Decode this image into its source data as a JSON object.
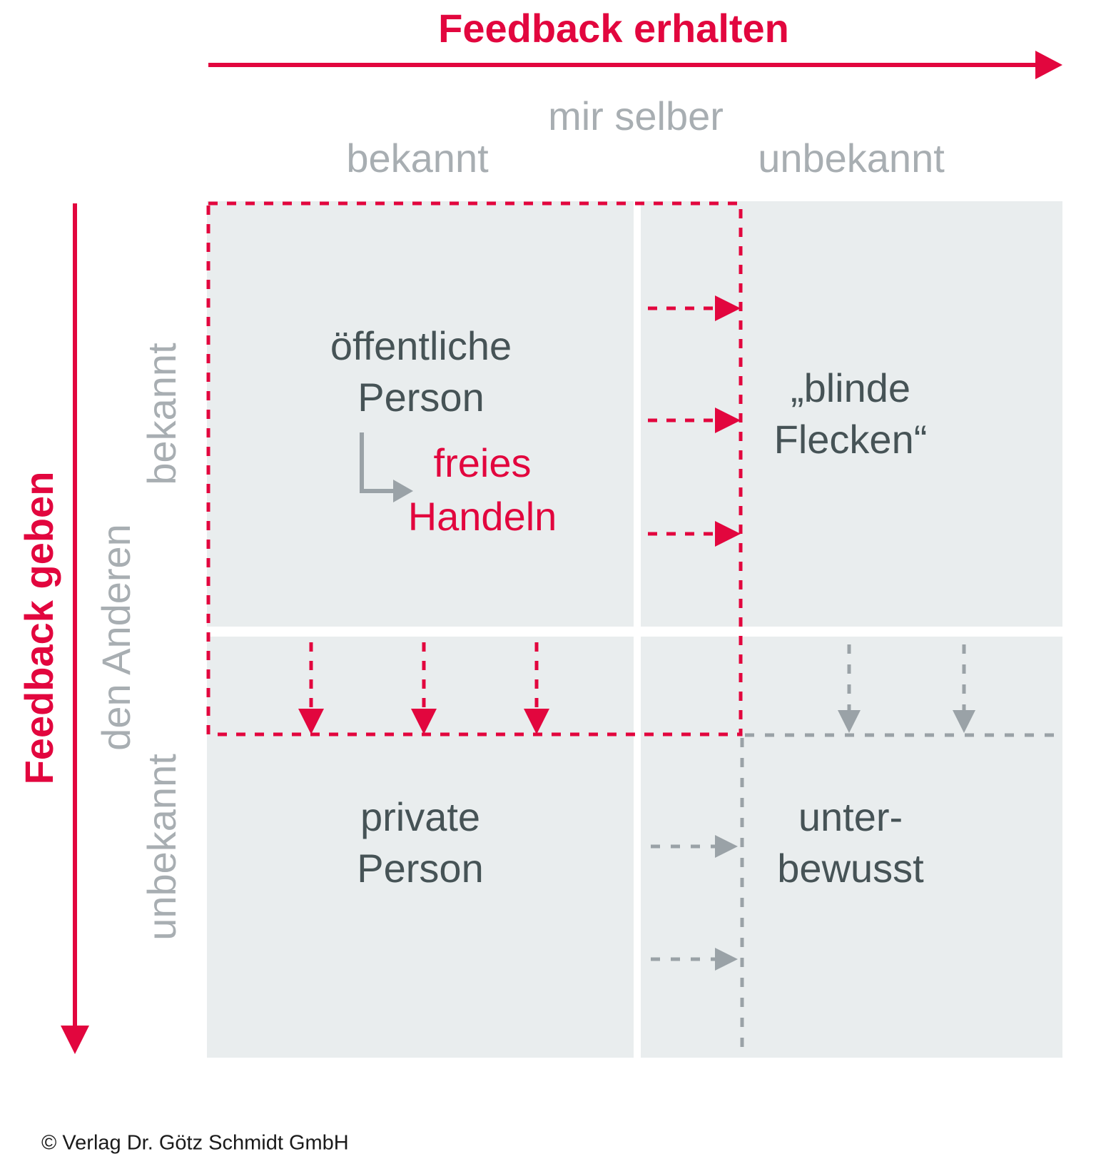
{
  "colors": {
    "accent_red": "#e2063e",
    "label_gray": "#a8aeb2",
    "arrow_gray": "#9aa2a7",
    "text_dark": "#465356",
    "cell_bg": "#e9edee",
    "copyright_black": "#1a1a1a"
  },
  "top_axis": {
    "title": "Feedback erhalten",
    "group_label": "mir selber",
    "known_label": "bekannt",
    "unknown_label": "unbekannt"
  },
  "left_axis": {
    "title": "Feedback geben",
    "group_label": "den Anderen",
    "known_label": "bekannt",
    "unknown_label": "unbekannt"
  },
  "quadrants": {
    "public_person": {
      "line1": "öffentliche",
      "line2": "Person"
    },
    "free_action_note": {
      "line1": "freies",
      "line2": "Handeln"
    },
    "blind_spots": {
      "line1": "„blinde",
      "line2": "Flecken“"
    },
    "private_person": {
      "line1": "private",
      "line2": "Person"
    },
    "subconscious": {
      "line1": "unter-",
      "line2": "bewusst"
    }
  },
  "icons": {
    "horizontal_axis": "right-arrow-icon",
    "vertical_axis": "down-arrow-icon",
    "red_boundary": "dashed-rectangle",
    "red_flow": "dashed-arrow-icons-red",
    "gray_flow": "dashed-arrow-icons-gray",
    "elbow": "elbow-arrow-icon"
  },
  "footer": {
    "copyright": "© Verlag Dr. Götz Schmidt GmbH"
  }
}
